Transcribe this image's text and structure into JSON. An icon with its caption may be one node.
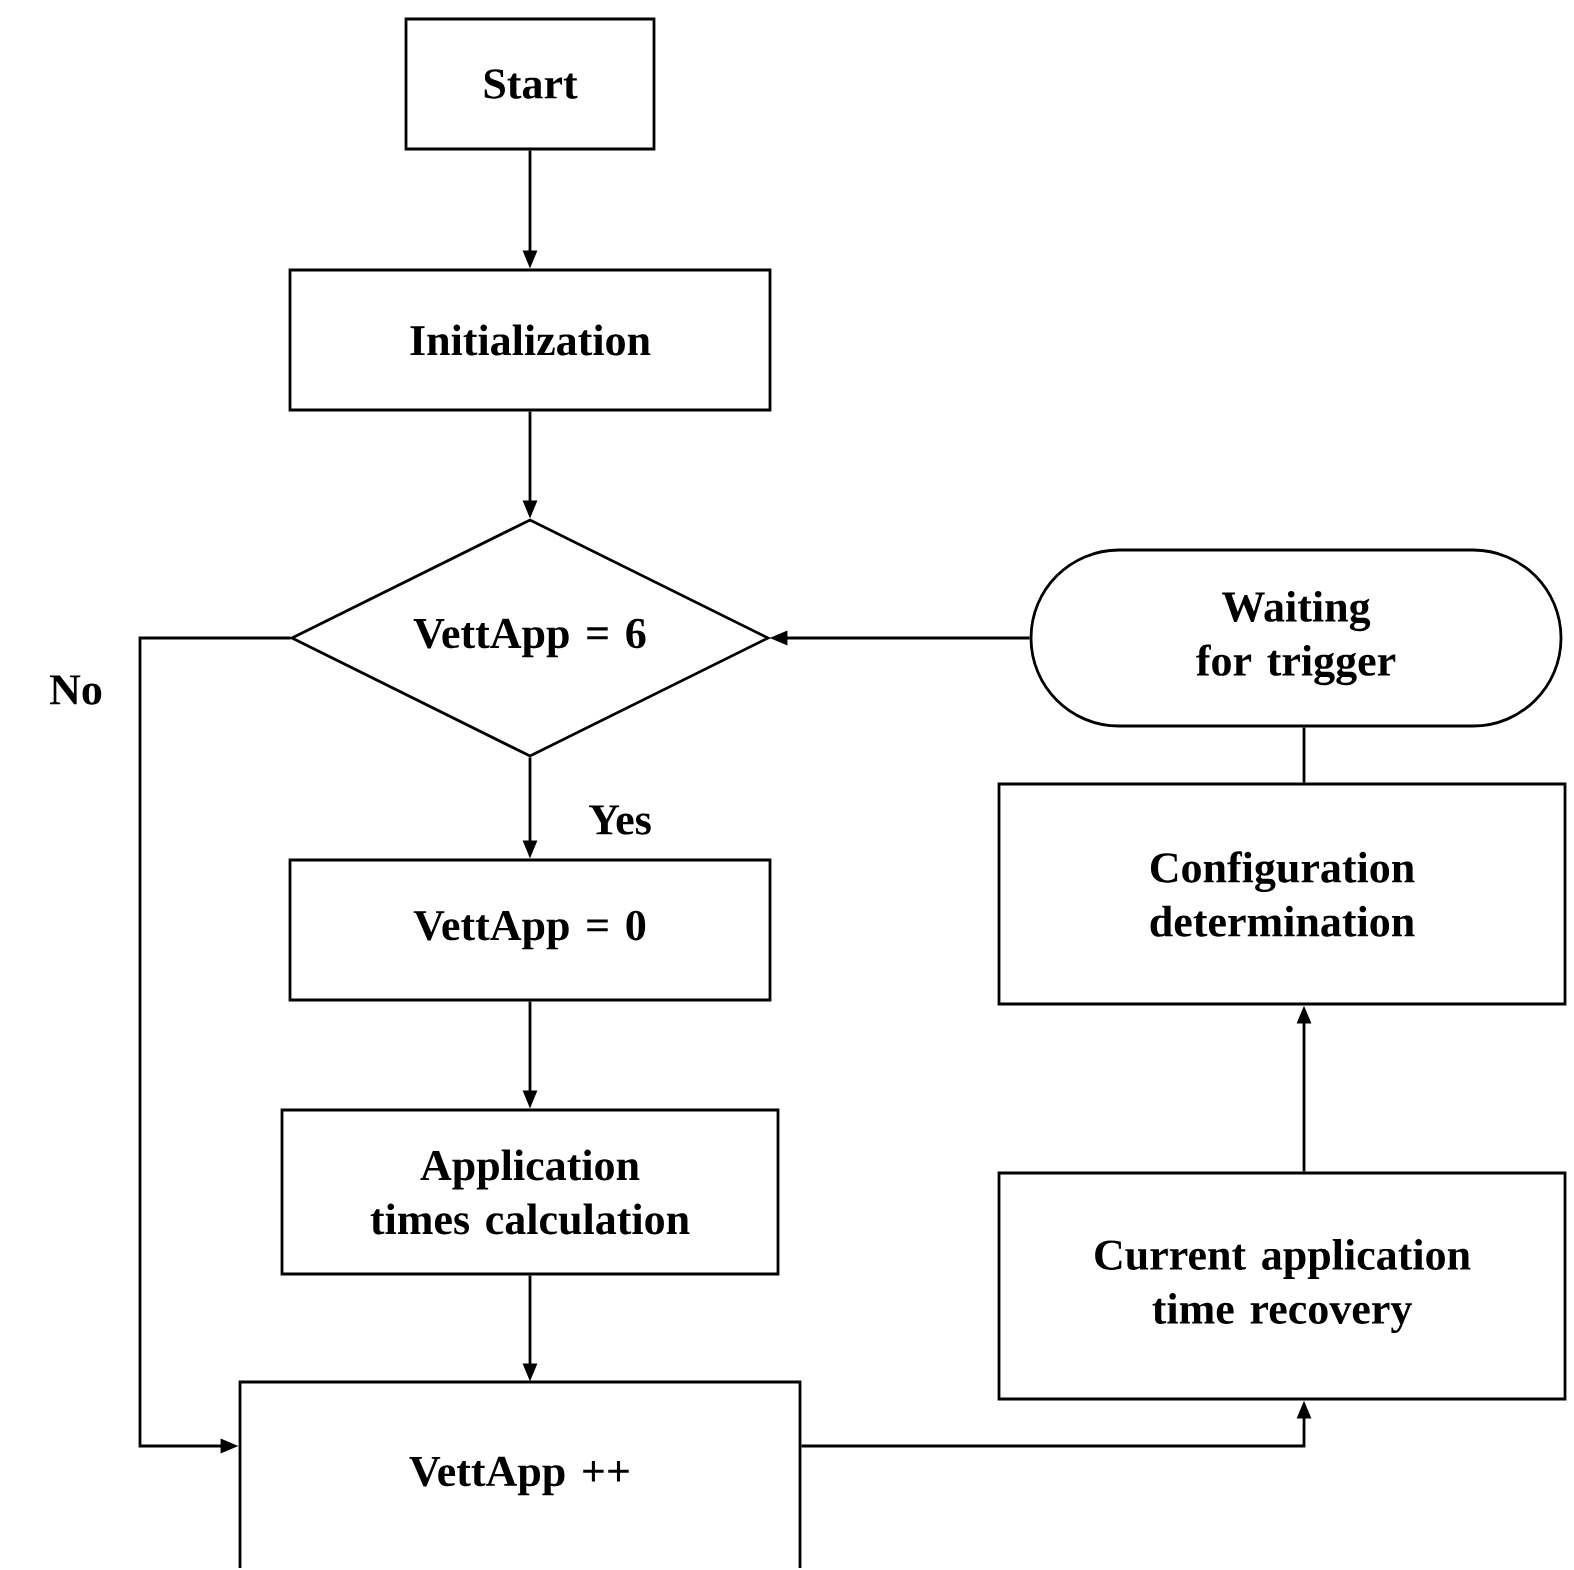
{
  "diagram": {
    "nodes": [
      {
        "text": [
          "Start"
        ]
      },
      {
        "text": [
          "Initialization"
        ]
      },
      {
        "text": [
          "VettApp = 6"
        ]
      },
      {
        "text": [
          "Waiting for trigger"
        ]
      },
      {
        "text": [
          "VettApp = 0"
        ]
      },
      {
        "text": [
          "Configuration determination"
        ]
      },
      {
        "text": [
          "Application times calculation"
        ]
      },
      {
        "text": [
          "Current application time recovery"
        ]
      },
      {
        "text": [
          "VettApp ++"
        ]
      }
    ],
    "edges": [
      {
        "from": 0,
        "to": 1,
        "arrow": "to"
      },
      {
        "from": 1,
        "to": 2,
        "arrow": "to"
      },
      {
        "from": 3,
        "to": 2,
        "arrow": "to"
      },
      {
        "from": 2,
        "to": 4,
        "arrow": "to",
        "label": "Yes"
      },
      {
        "from": 2,
        "to": 8,
        "arrow": "to",
        "label": "No"
      },
      {
        "from": 4,
        "to": 6,
        "arrow": "to"
      },
      {
        "from": 6,
        "to": 8,
        "arrow": "to"
      },
      {
        "from": 8,
        "to": 7,
        "arrow": "to"
      },
      {
        "from": 7,
        "to": 5,
        "arrow": "to"
      },
      {
        "from": 5,
        "to": 3,
        "arrow": "none"
      }
    ]
  }
}
